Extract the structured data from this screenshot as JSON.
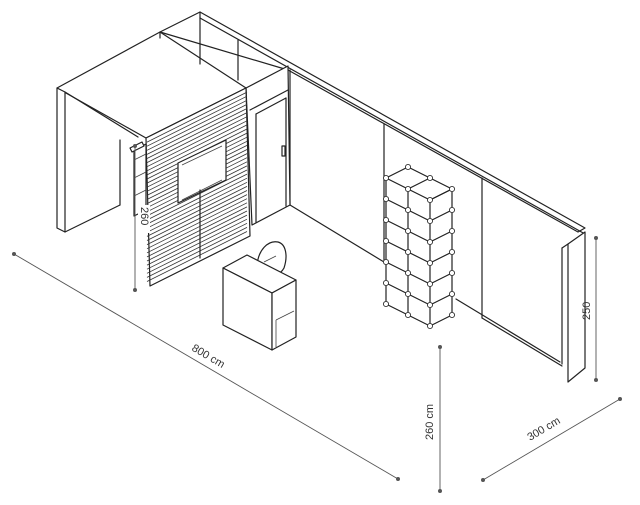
{
  "dimensions": {
    "length": "800 cm",
    "depth": "300 cm",
    "height": "260 cm",
    "wall_height": "250",
    "cabin_height": "260"
  }
}
